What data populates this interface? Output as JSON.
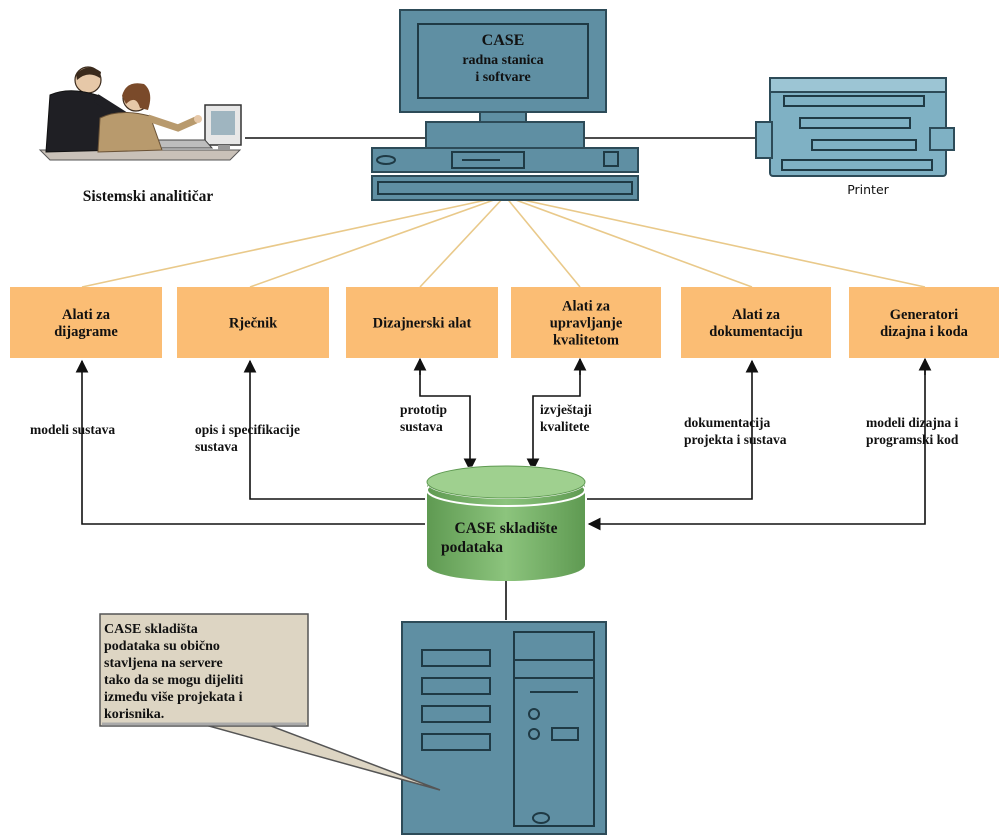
{
  "workstation": {
    "line1": "CASE",
    "line2": "radna stanica",
    "line3": "i softvare"
  },
  "analyst_label": "Sistemski analitičar",
  "printer_label": "Printer",
  "tools": [
    {
      "lines": [
        "Alati za",
        "dijagrame"
      ]
    },
    {
      "lines": [
        "Rječnik"
      ]
    },
    {
      "lines": [
        "Dizajnerski alat"
      ]
    },
    {
      "lines": [
        "Alati za",
        "upravljanje",
        "kvalitetom"
      ]
    },
    {
      "lines": [
        "Alati za",
        "dokumentaciju"
      ]
    },
    {
      "lines": [
        "Generatori",
        "dizajna i koda"
      ]
    }
  ],
  "flows": [
    {
      "lines": [
        "modeli sustava"
      ]
    },
    {
      "lines": [
        "opis i specifikacije",
        "sustava"
      ]
    },
    {
      "lines": [
        "prototip",
        "sustava"
      ]
    },
    {
      "lines": [
        "izvještaji",
        "kvalitete"
      ]
    },
    {
      "lines": [
        "dokumentacija",
        "projekta i sustava"
      ]
    },
    {
      "lines": [
        "modeli dizajna i",
        "programski kod"
      ]
    }
  ],
  "repository": {
    "line1": "CASE skladište",
    "line2": "podataka"
  },
  "callout": {
    "lines": [
      "CASE skladišta",
      "podataka su obično",
      "stavljena na servere",
      "tako da se mogu dijeliti",
      "između više projekata i",
      "korisnika."
    ]
  },
  "colors": {
    "tool_box": "#fbbd74",
    "repository": "#7ab36b",
    "equipment": "#5f8fa3",
    "callout_bg": "#ddd5c3"
  }
}
